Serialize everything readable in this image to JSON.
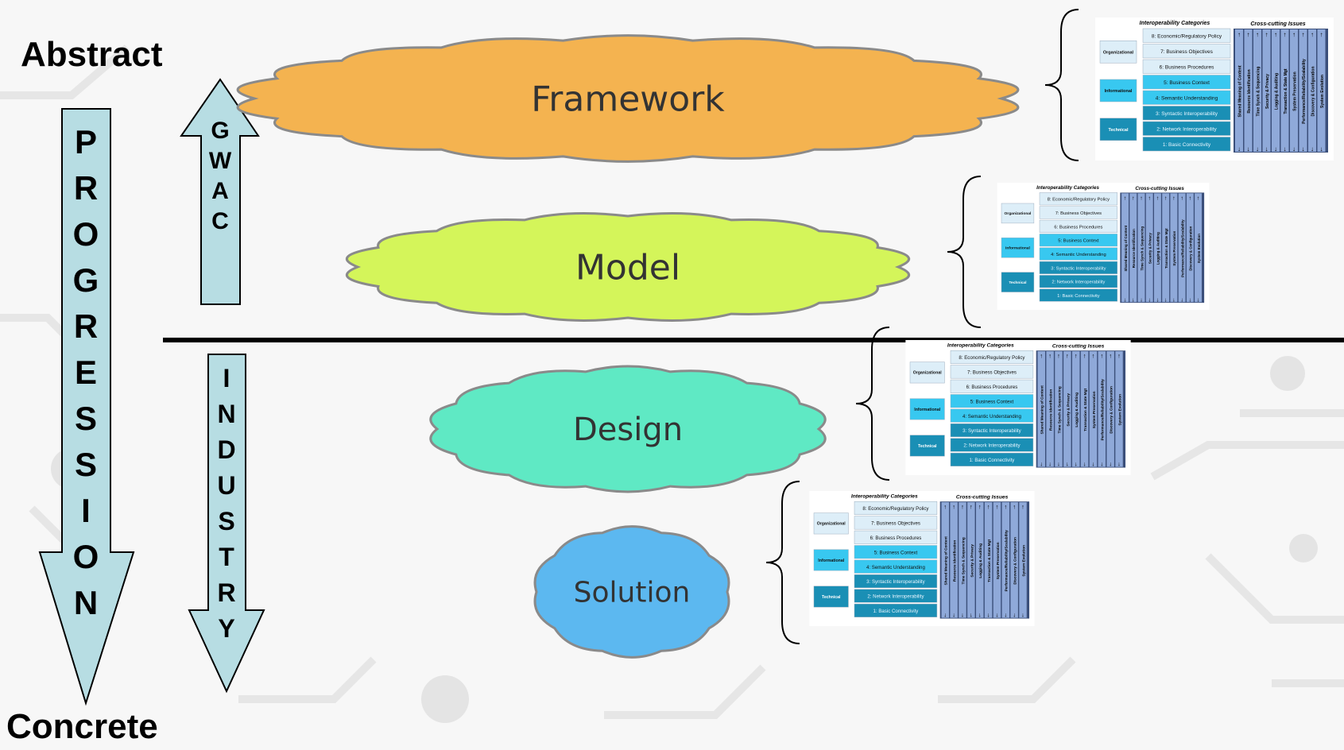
{
  "axis": {
    "top": "Abstract",
    "bottom": "Concrete",
    "progression": "PROGRESSION",
    "gwac": "GWAC",
    "industry": "INDUSTRY"
  },
  "clouds": [
    {
      "label": "Framework",
      "color": "#F4B350"
    },
    {
      "label": "Model",
      "color": "#D4F55A"
    },
    {
      "label": "Design",
      "color": "#5FE9C4"
    },
    {
      "label": "Solution",
      "color": "#5CB8F0"
    }
  ],
  "panel": {
    "categories_title": "Interoperability Categories",
    "crosscutting_title": "Cross-cutting Issues",
    "groups": [
      "Organizational",
      "Informational",
      "Technical"
    ],
    "levels": [
      "8: Economic/Regulatory Policy",
      "7: Business Objectives",
      "6: Business Procedures",
      "5: Business Context",
      "4: Semantic Understanding",
      "3: Syntactic Interoperability",
      "2: Network Interoperability",
      "1: Basic Connectivity"
    ],
    "issues": [
      "Shared Meaning of Content",
      "Resource Identification",
      "Time Synch & Sequencing",
      "Security & Privacy",
      "Logging & Auditing",
      "Transaction & State Mgt",
      "System Preservation",
      "Performance/Reliability/Scalability",
      "Discovery & Configuration",
      "System Evolution"
    ]
  },
  "colors": {
    "arrow_fill": "#B7DDE3",
    "org_color": "#DDEEF8",
    "info_color": "#38C8F0",
    "tech_color": "#1A8FB5",
    "issue_col": "#8FA9D9"
  }
}
